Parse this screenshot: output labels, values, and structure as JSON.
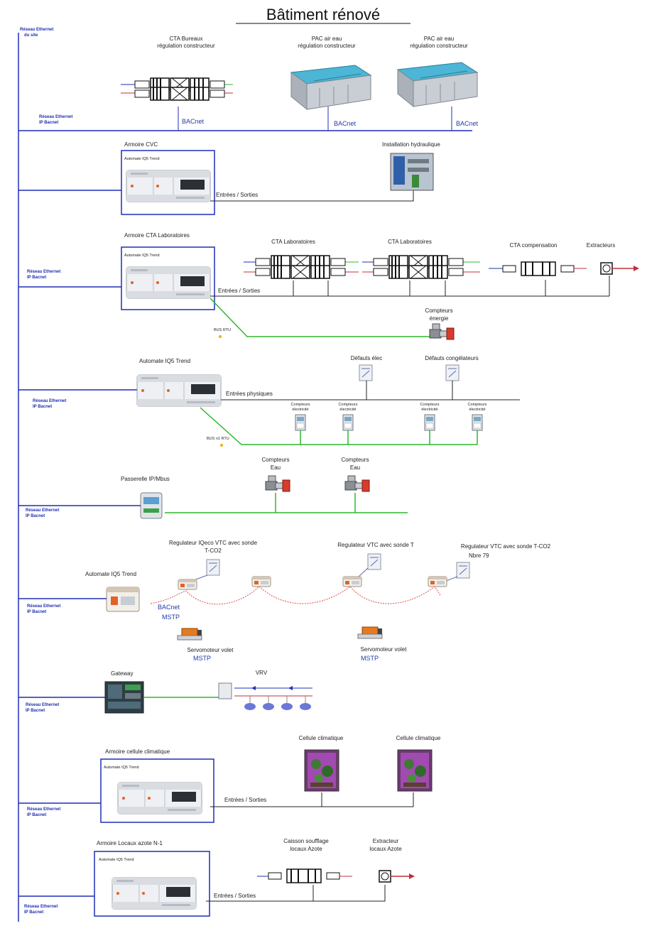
{
  "title": "Bâtiment rénové",
  "colors": {
    "ethernet": "#1f2fb5",
    "bus": "#2db82d",
    "mstp": "#e06a6a",
    "wire": "#222222",
    "panel": "#1f2fb5"
  },
  "site": {
    "label_line1": "Réseau Ethernet",
    "label_line2": "du site"
  },
  "net_labels": {
    "a_line1": "Réseau Ethernet",
    "a_line2": "IP Bacnet",
    "b_line1": "Réseau Ethernet",
    "b_line2": "IP Bacnet"
  },
  "section1": {
    "cta_bureaux_line1": "CTA Bureaux",
    "cta_bureaux_line2": "régulation constructeur",
    "pac1_line1": "PAC air eau",
    "pac1_line2": "régulation constructeur",
    "pac2_line1": "PAC air eau",
    "pac2_line2": "régulation constructeur",
    "bacnet": "BACnet"
  },
  "section2": {
    "panel": "Armoire CVC",
    "automate": "Automate IQ5 Trend",
    "io": "Entrées / Sorties",
    "hydraulic": "Installation hydraulique"
  },
  "section3": {
    "panel": "Armoire CTA Laboratoires",
    "automate": "Automate IQ5 Trend",
    "io": "Entrées / Sorties",
    "cta_lab1": "CTA Laboratoires",
    "cta_lab2": "CTA Laboratoires",
    "cta_comp": "CTA compensation",
    "extracteurs": "Extracteurs",
    "bus": "BUS RTU",
    "energy_line1": "Compteurs",
    "energy_line2": "énergie"
  },
  "section4": {
    "automate": "Automate IQ5 Trend",
    "inputs": "Entrées physiques",
    "elec_faults": "Défauts élec",
    "freezer_faults": "Défauts congélateurs",
    "meter_line1": "Compteurs",
    "meter_line2": "électricité",
    "bus": "BUS n1 RTU"
  },
  "section5": {
    "gateway": "Passerelle IP/Mbus",
    "water_line1": "Compteurs",
    "water_line2": "Eau"
  },
  "section6": {
    "automate": "Automate IQ5 Trend",
    "reg1_line1": "Regulateur IQeco VTC avec sonde",
    "reg1_line2": "T-CO2",
    "reg2": "Regulateur VTC avec sonde T",
    "reg3": "Regulateur VTC avec sonde T-CO2",
    "reg3_count": "Nbre 79",
    "bacnet": "BACnet",
    "mstp": "MSTP",
    "servo": "Servomoteur volet",
    "servo_proto": "MSTP"
  },
  "section7": {
    "gateway": "Gateway",
    "vrv": "VRV"
  },
  "section8": {
    "panel": "Armoire cellule climatique",
    "automate": "Automate IQ5 Trend",
    "io": "Entrées / Sorties",
    "cell": "Cellule climatique"
  },
  "section9": {
    "panel": "Armoire Locaux azote N-1",
    "automate": "Automate IQ5 Trend",
    "io": "Entrées / Sorties",
    "caisson_line1": "Caisson soufflage",
    "caisson_line2": "locaux Azote",
    "extract_line1": "Extracteur",
    "extract_line2": "locaux Azote"
  }
}
